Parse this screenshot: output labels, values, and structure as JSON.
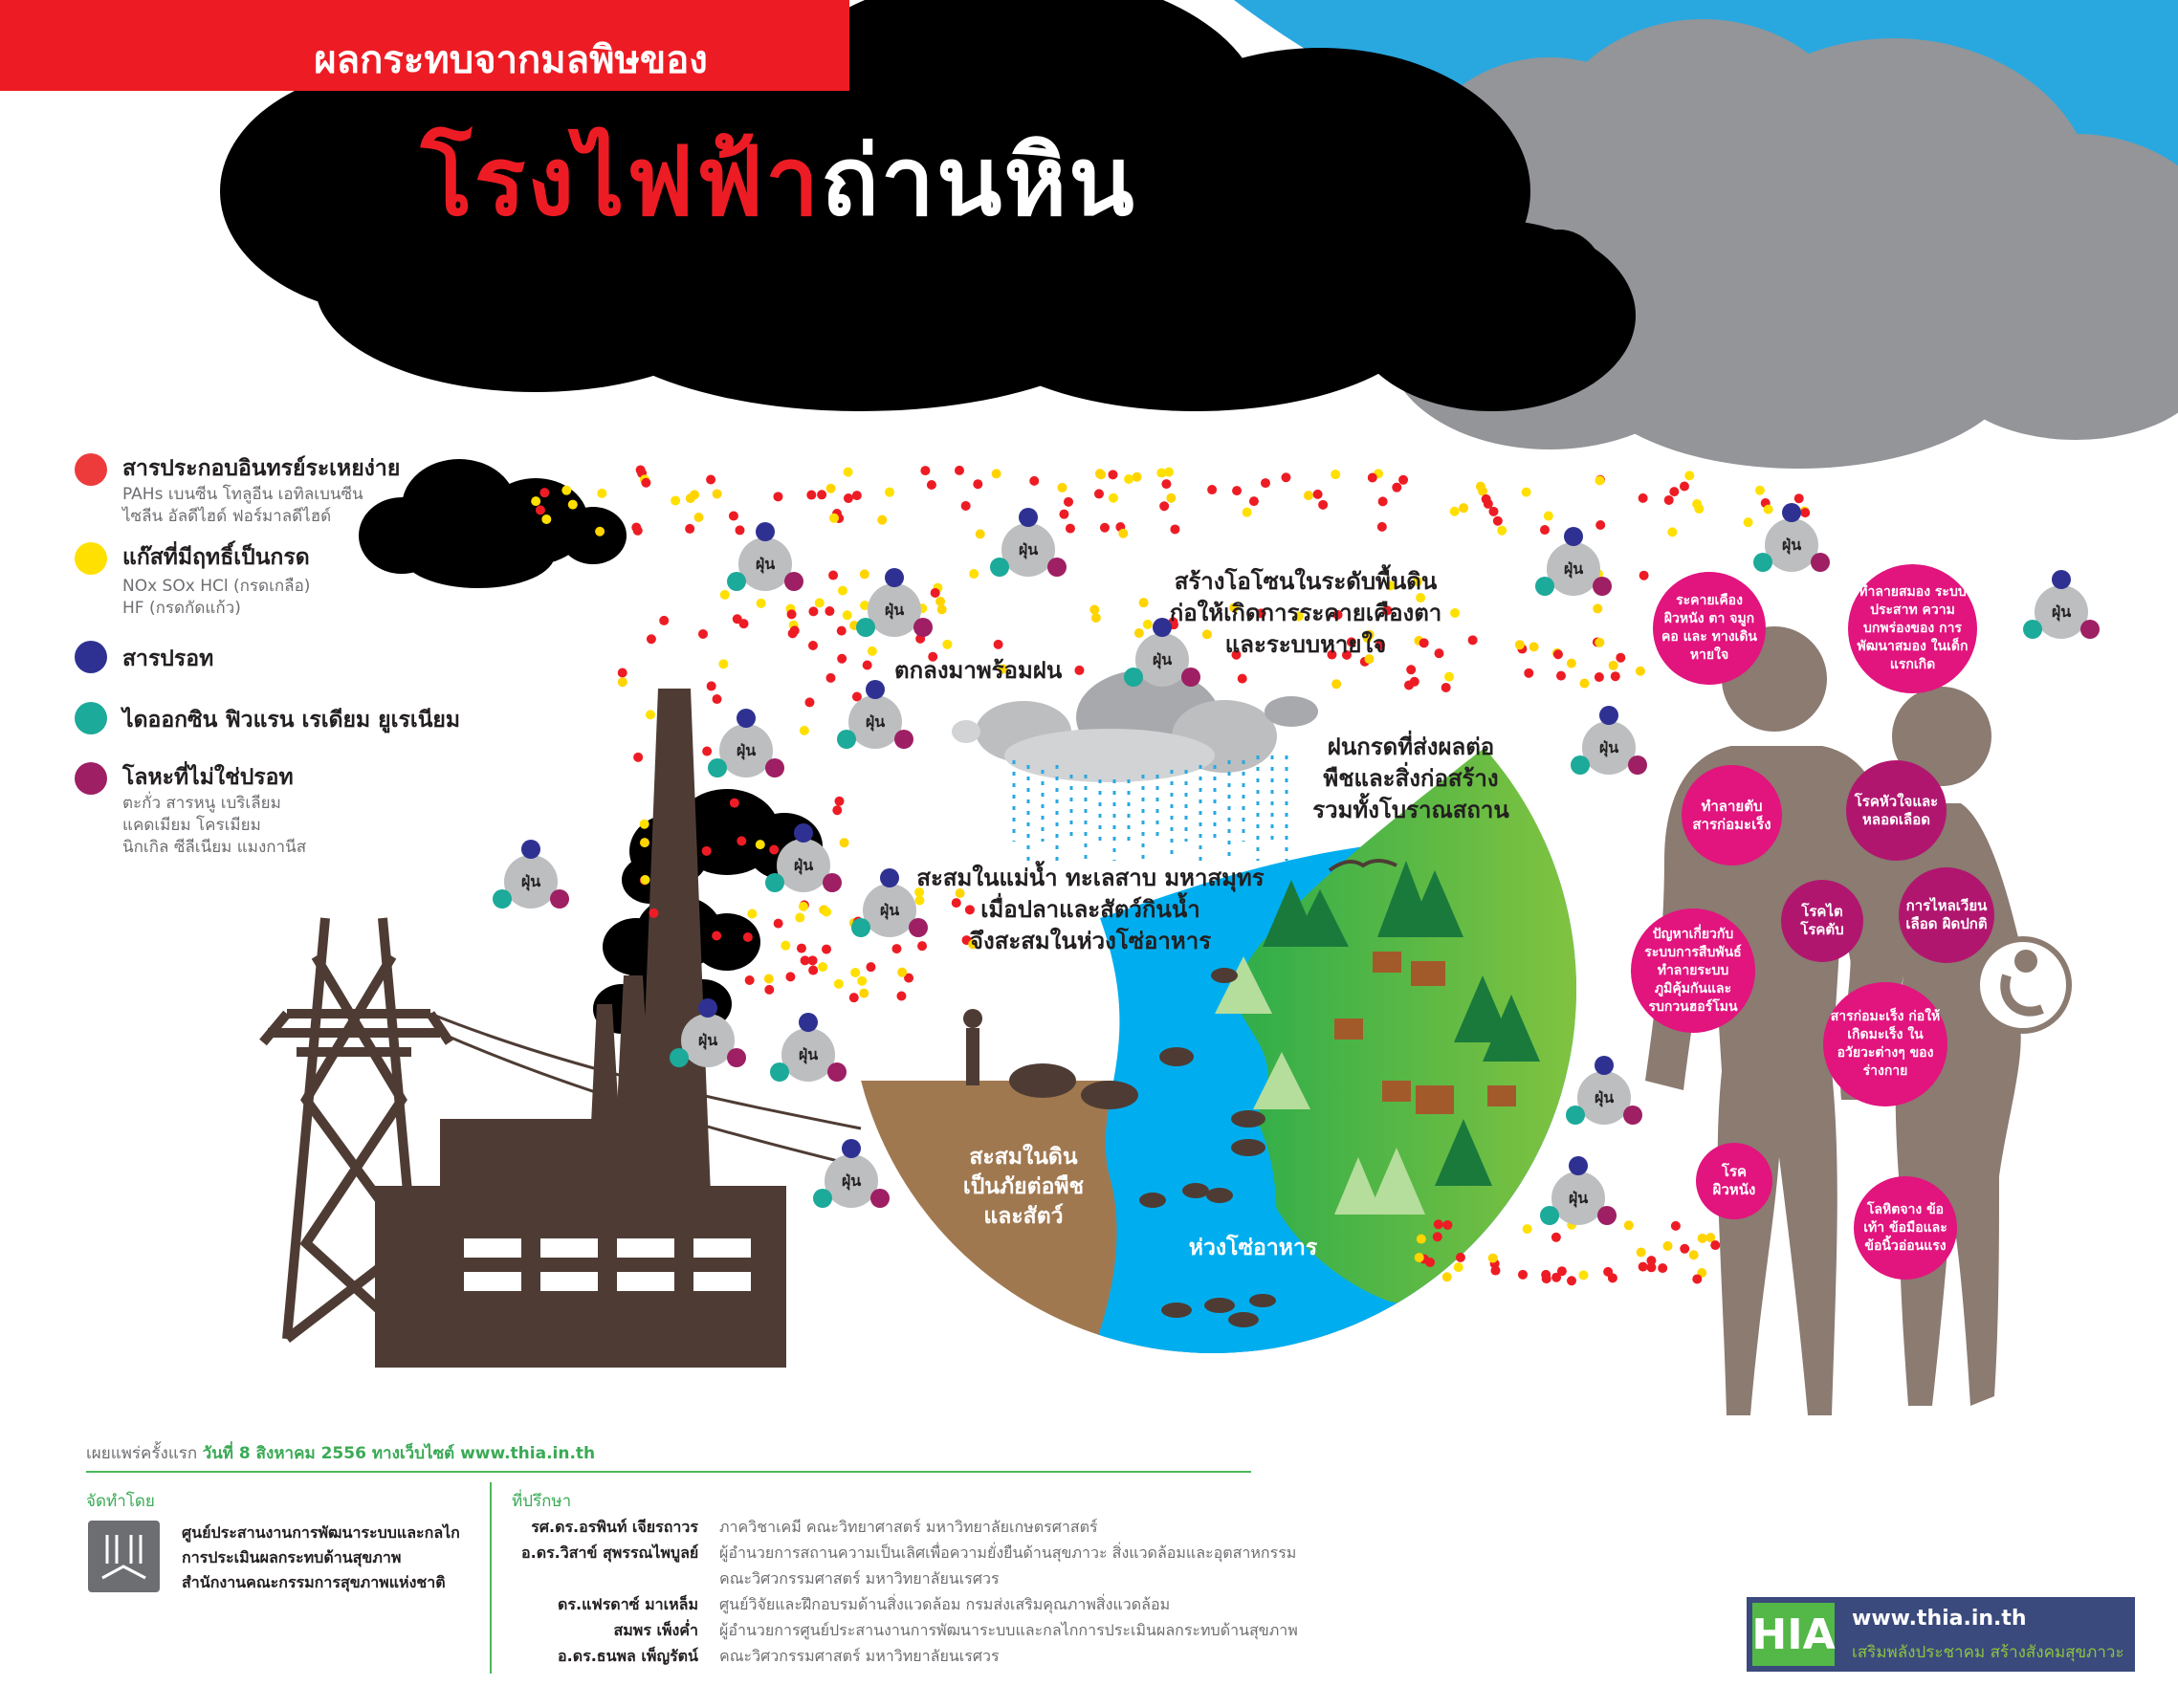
{
  "header": {
    "subtitle": "ผลกระทบจากมลพิษของ",
    "title_red": "โรงไฟฟ้า",
    "title_white": "ถ่านหิน"
  },
  "legend": [
    {
      "title": "สารประกอบอินทรย์ระเหยง่าย",
      "sub": [
        "PAHs เบนซีน โทลูอีน เอทิลเบนซีน",
        "ไซลีน อัลดีไฮด์ ฟอร์มาลดีไฮด์"
      ],
      "color": "#ed3b3b"
    },
    {
      "title": "แก๊สที่มีฤทธิ์เป็นกรด",
      "sub": [
        "NOx SOx HCl (กรดเกลือ)",
        "HF (กรดกัดแก้ว)"
      ],
      "color": "#ffe000"
    },
    {
      "title": "สารปรอท",
      "sub": [],
      "color": "#2e3192"
    },
    {
      "title": "ไดออกซิน ฟิวแรน เรเดียม ยูเรเนียม",
      "sub": [],
      "color": "#1caa9a"
    },
    {
      "title": "โลหะที่ไม่ใช่ปรอท",
      "sub": [
        "ตะกั่ว สารหนู เบริเลียม",
        "แคดเมียม โครเมียม",
        "นิกเกิล ซีลีเนียม แมงกานีส"
      ],
      "color": "#9e1f63"
    }
  ],
  "dust_label": "ฝุ่น",
  "callouts": {
    "rain": "ตกลงมาพร้อมฝน",
    "ozone": [
      "สร้างโอโซนในระดับพื้นดิน",
      "ก่อให้เกิดการระคายเคืองตา",
      "และระบบหายใจ"
    ],
    "acid_rain": [
      "ฝนกรดที่ส่งผลต่อ",
      "พืชและสิ่งก่อสร้าง",
      "รวมทั้งโบราณสถาน"
    ],
    "accumulate": [
      "สะสมในแม่น้ำ ทะเลสาบ มหาสมุทร",
      "เมื่อปลาและสัตว์กินน้ำ",
      "จึงสะสมในห่วงโซ่อาหาร"
    ],
    "soil": [
      "สะสมในดิน",
      "เป็นภัยต่อพืช",
      "และสัตว์"
    ],
    "food_chain": "ห่วงโซ่อาหาร"
  },
  "health_effects": [
    {
      "text": "ระคายเคือง ผิวหนัง ตา จมูก คอ และ ทางเดินหายใจ"
    },
    {
      "text": "ทำลายสมอง ระบบประสาท ความบกพร่องของ การพัฒนาสมอง ในเด็กแรกเกิด"
    },
    {
      "text": "ทำลายตับ สารก่อมะเร็ง"
    },
    {
      "text": "โรคหัวใจและ หลอดเลือด"
    },
    {
      "text": "โรคไต โรคตับ"
    },
    {
      "text": "การไหลเวียน เลือด ผิดปกติ"
    },
    {
      "text": "ปัญหาเกี่ยวกับ ระบบการสืบพันธ์ ทำลายระบบ ภูมิคุ้มกันและ รบกวนฮอร์โมน"
    },
    {
      "text": "สารก่อมะเร็ง ก่อให้เกิดมะเร็ง ในอวัยวะต่างๆ ของร่างกาย"
    },
    {
      "text": "โรค ผิวหนัง"
    },
    {
      "text": "โลหิตจาง ข้อเท้า ข้อมือและ ข้อนิ้วอ่อนแรง"
    }
  ],
  "footer": {
    "published_label": "เผยแพร่ครั้งแรก",
    "published_date": "วันที่ 8 สิงหาคม 2556 ทางเว็บไซต์ www.thia.in.th",
    "organizer_label": "จัดทำโดย",
    "organizer_lines": [
      "ศูนย์ประสานงานการพัฒนาระบบและกลไก",
      "การประเมินผลกระทบด้านสุขภาพ",
      "สำนักงานคณะกรรมการสุขภาพแห่งชาติ"
    ],
    "advisors_label": "ที่ปรึกษา",
    "advisors": [
      {
        "name": "รศ.ดร.อรพินท์ เจียรถาวร",
        "desc": [
          "ภาควิชาเคมี คณะวิทยาศาสตร์ มหาวิทยาลัยเกษตรศาสตร์"
        ]
      },
      {
        "name": "อ.ดร.วิสาข์ สุพรรณไพบูลย์",
        "desc": [
          "ผู้อำนวยการสถานความเป็นเลิศเพื่อความยั่งยืนด้านสุขภาวะ สิ่งแวดล้อมและอุตสาหกรรม",
          "คณะวิศวกรรมศาสตร์ มหาวิทยาลัยนเรศวร"
        ]
      },
      {
        "name": "ดร.แฟรดาซ์ มาเหล็ม",
        "desc": [
          "ศูนย์วิจัยและฝึกอบรมด้านสิ่งแวดล้อม กรมส่งเสริมคุณภาพสิ่งแวดล้อม"
        ]
      },
      {
        "name": "สมพร เพ็งค่ำ",
        "desc": [
          "ผู้อำนวยการศูนย์ประสานงานการพัฒนาระบบและกลไกการประเมินผลกระทบด้านสุขภาพ"
        ]
      },
      {
        "name": "อ.ดร.ธนพล เพ็ญรัตน์",
        "desc": [
          "คณะวิศวกรรมศาสตร์ มหาวิทยาลัยนเรศวร"
        ]
      }
    ],
    "hia_logo": "HIA",
    "hia_url": "www.thia.in.th",
    "hia_tagline": "เสริมพลังประชาคม สร้างสังคมสุขภาวะ"
  },
  "colors": {
    "red": "#ed1c24",
    "cloud": "#000000",
    "gray_cloud": "#939598",
    "sky": "#29a8e0",
    "building": "#5d4037",
    "green": "#3aaa55",
    "pink": "#e2147e"
  }
}
